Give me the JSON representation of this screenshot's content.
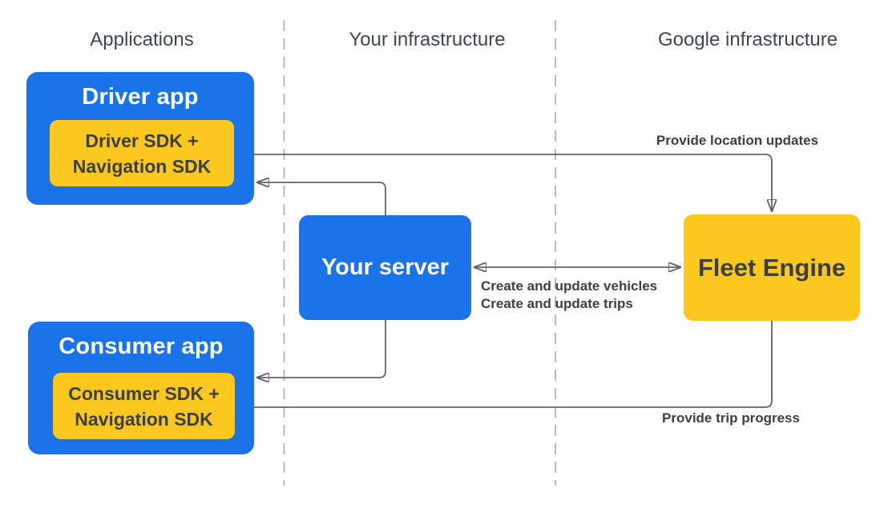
{
  "colors": {
    "blue": "#1a73e8",
    "yellow": "#fcc81e",
    "heading": "#3c4756",
    "darktext": "#3a3f45",
    "line": "#606469",
    "arrow": "#45494e",
    "dash": "#a6abaf",
    "white": "#ffffff"
  },
  "columns": [
    {
      "label": "Applications"
    },
    {
      "label": "Your infrastructure"
    },
    {
      "label": "Google infrastructure"
    }
  ],
  "nodes": {
    "driver_app": {
      "title": "Driver app",
      "sdk_line1": "Driver SDK +",
      "sdk_line2": "Navigation SDK"
    },
    "consumer_app": {
      "title": "Consumer app",
      "sdk_line1": "Consumer SDK +",
      "sdk_line2": "Navigation SDK"
    },
    "your_server": {
      "title": "Your server"
    },
    "fleet_engine": {
      "title": "Fleet Engine"
    }
  },
  "edges": {
    "location_updates": {
      "label": "Provide location updates"
    },
    "server_fleet": {
      "label_line1": "Create and update vehicles",
      "label_line2": "Create and update trips"
    },
    "trip_progress": {
      "label": "Provide trip progress"
    }
  }
}
